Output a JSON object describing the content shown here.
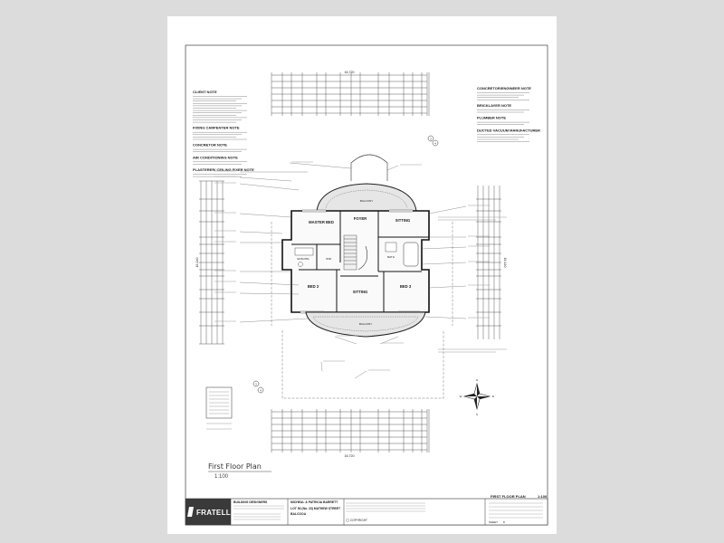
{
  "drawing": {
    "title": "First Floor Plan",
    "scale": "1:100"
  },
  "notes": [
    {
      "heading": "CLIENT NOTE",
      "lines": 12
    },
    {
      "heading": "FIXING CARPENTER NOTE",
      "lines": 4
    },
    {
      "heading": "CONCRETOR NOTE",
      "lines": 2
    },
    {
      "heading": "AIR CONDITIONING NOTE",
      "lines": 2
    },
    {
      "heading": "PLASTERER/ CEILING FIXER NOTE",
      "lines": 2
    }
  ],
  "right_notes": [
    {
      "heading": "CONCRETOR/ENGINEER NOTE",
      "lines": 4
    },
    {
      "heading": "BRICKLAYER NOTE",
      "lines": 2
    },
    {
      "heading": "PLUMBER NOTE",
      "lines": 2
    },
    {
      "heading": "DUCTED VACUUM MANUFACTURER",
      "lines": 4
    }
  ],
  "rooms": {
    "master_bed": "MASTER BED",
    "foyer": "FOYER",
    "sitting_top": "SITTING",
    "bed2": "BED 2",
    "bed3": "BED 3",
    "sitting_bottom": "SITTING",
    "balcony_top": "BALCONY",
    "balcony_bottom": "BALCONY",
    "ensuite": "ENSUITE",
    "wir": "WIR",
    "bath": "BATH"
  },
  "dimensions": {
    "overall_top": "16,720",
    "overall_bottom": "16,720",
    "overall_left": "16,140",
    "overall_right": "16,140"
  },
  "compass": {
    "n": "N",
    "s": "S",
    "e": "E",
    "w": "W"
  },
  "callouts": {
    "a": "3",
    "b": "4"
  },
  "title_block": {
    "logo": "FRATELLE",
    "designer_heading": "BUILDING DESIGNERS",
    "client": "MICHEAL & PATRICIA BARRETT",
    "address": "LOT 50 (No. 23) MATHEW STREET",
    "suburb": "BALCOOA",
    "sheet_title": "FIRST FLOOR PLAN",
    "sheet_scale": "1:100",
    "copyright": "COPYRIGHT",
    "sheet_label": "SHEET",
    "sheet_number": "8"
  }
}
